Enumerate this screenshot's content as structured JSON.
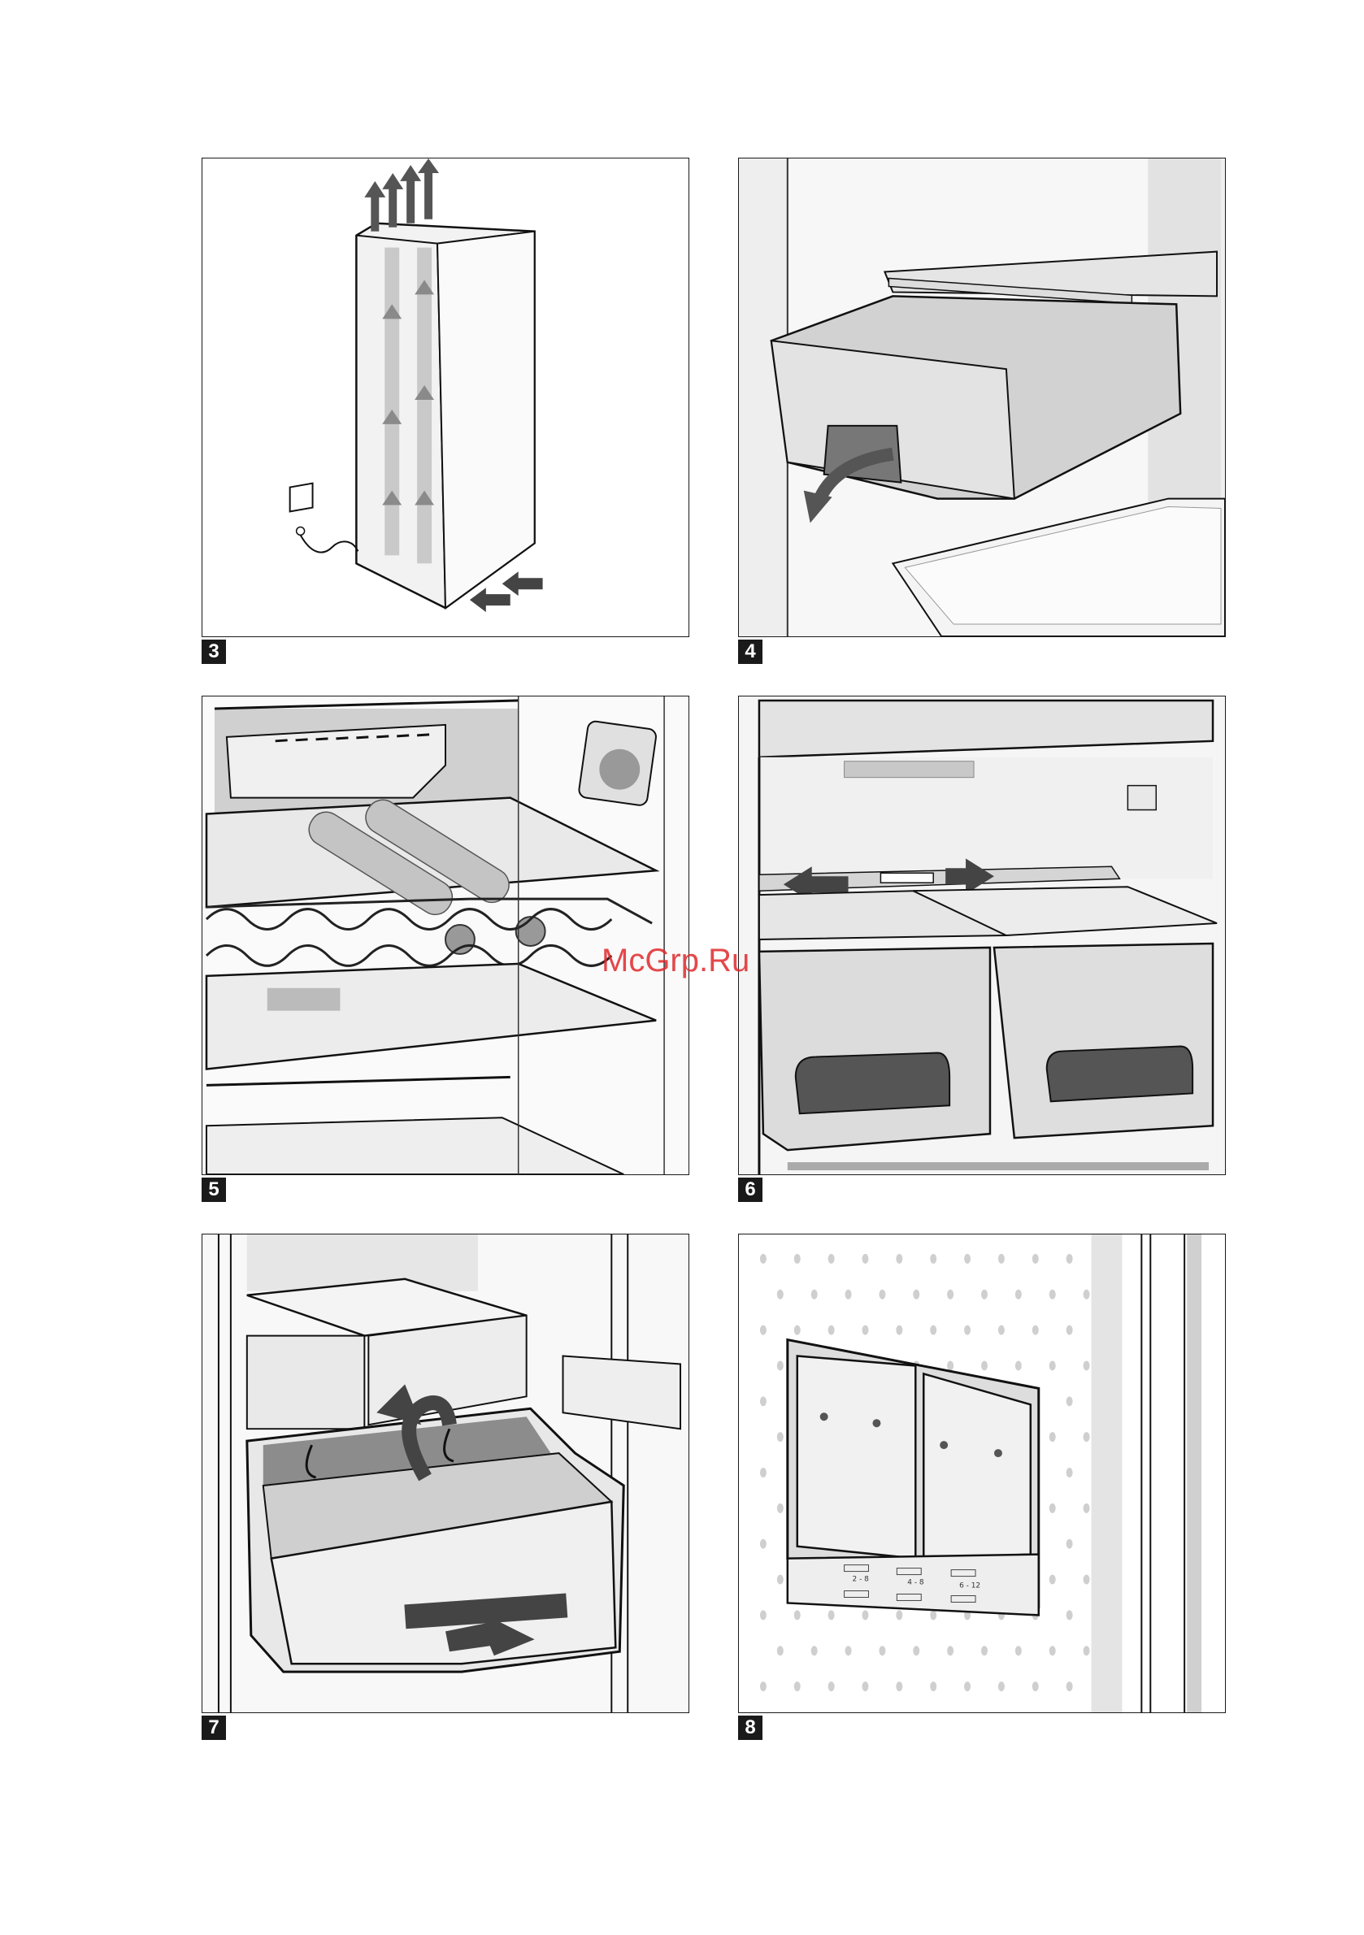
{
  "figures": [
    {
      "number": "3"
    },
    {
      "number": "4"
    },
    {
      "number": "5"
    },
    {
      "number": "6"
    },
    {
      "number": "7"
    },
    {
      "number": "8"
    }
  ],
  "legend": {
    "range_1": "2 - 8",
    "range_2": "4 - 8",
    "range_3": "6 - 12"
  },
  "watermark": "McGrp.Ru"
}
